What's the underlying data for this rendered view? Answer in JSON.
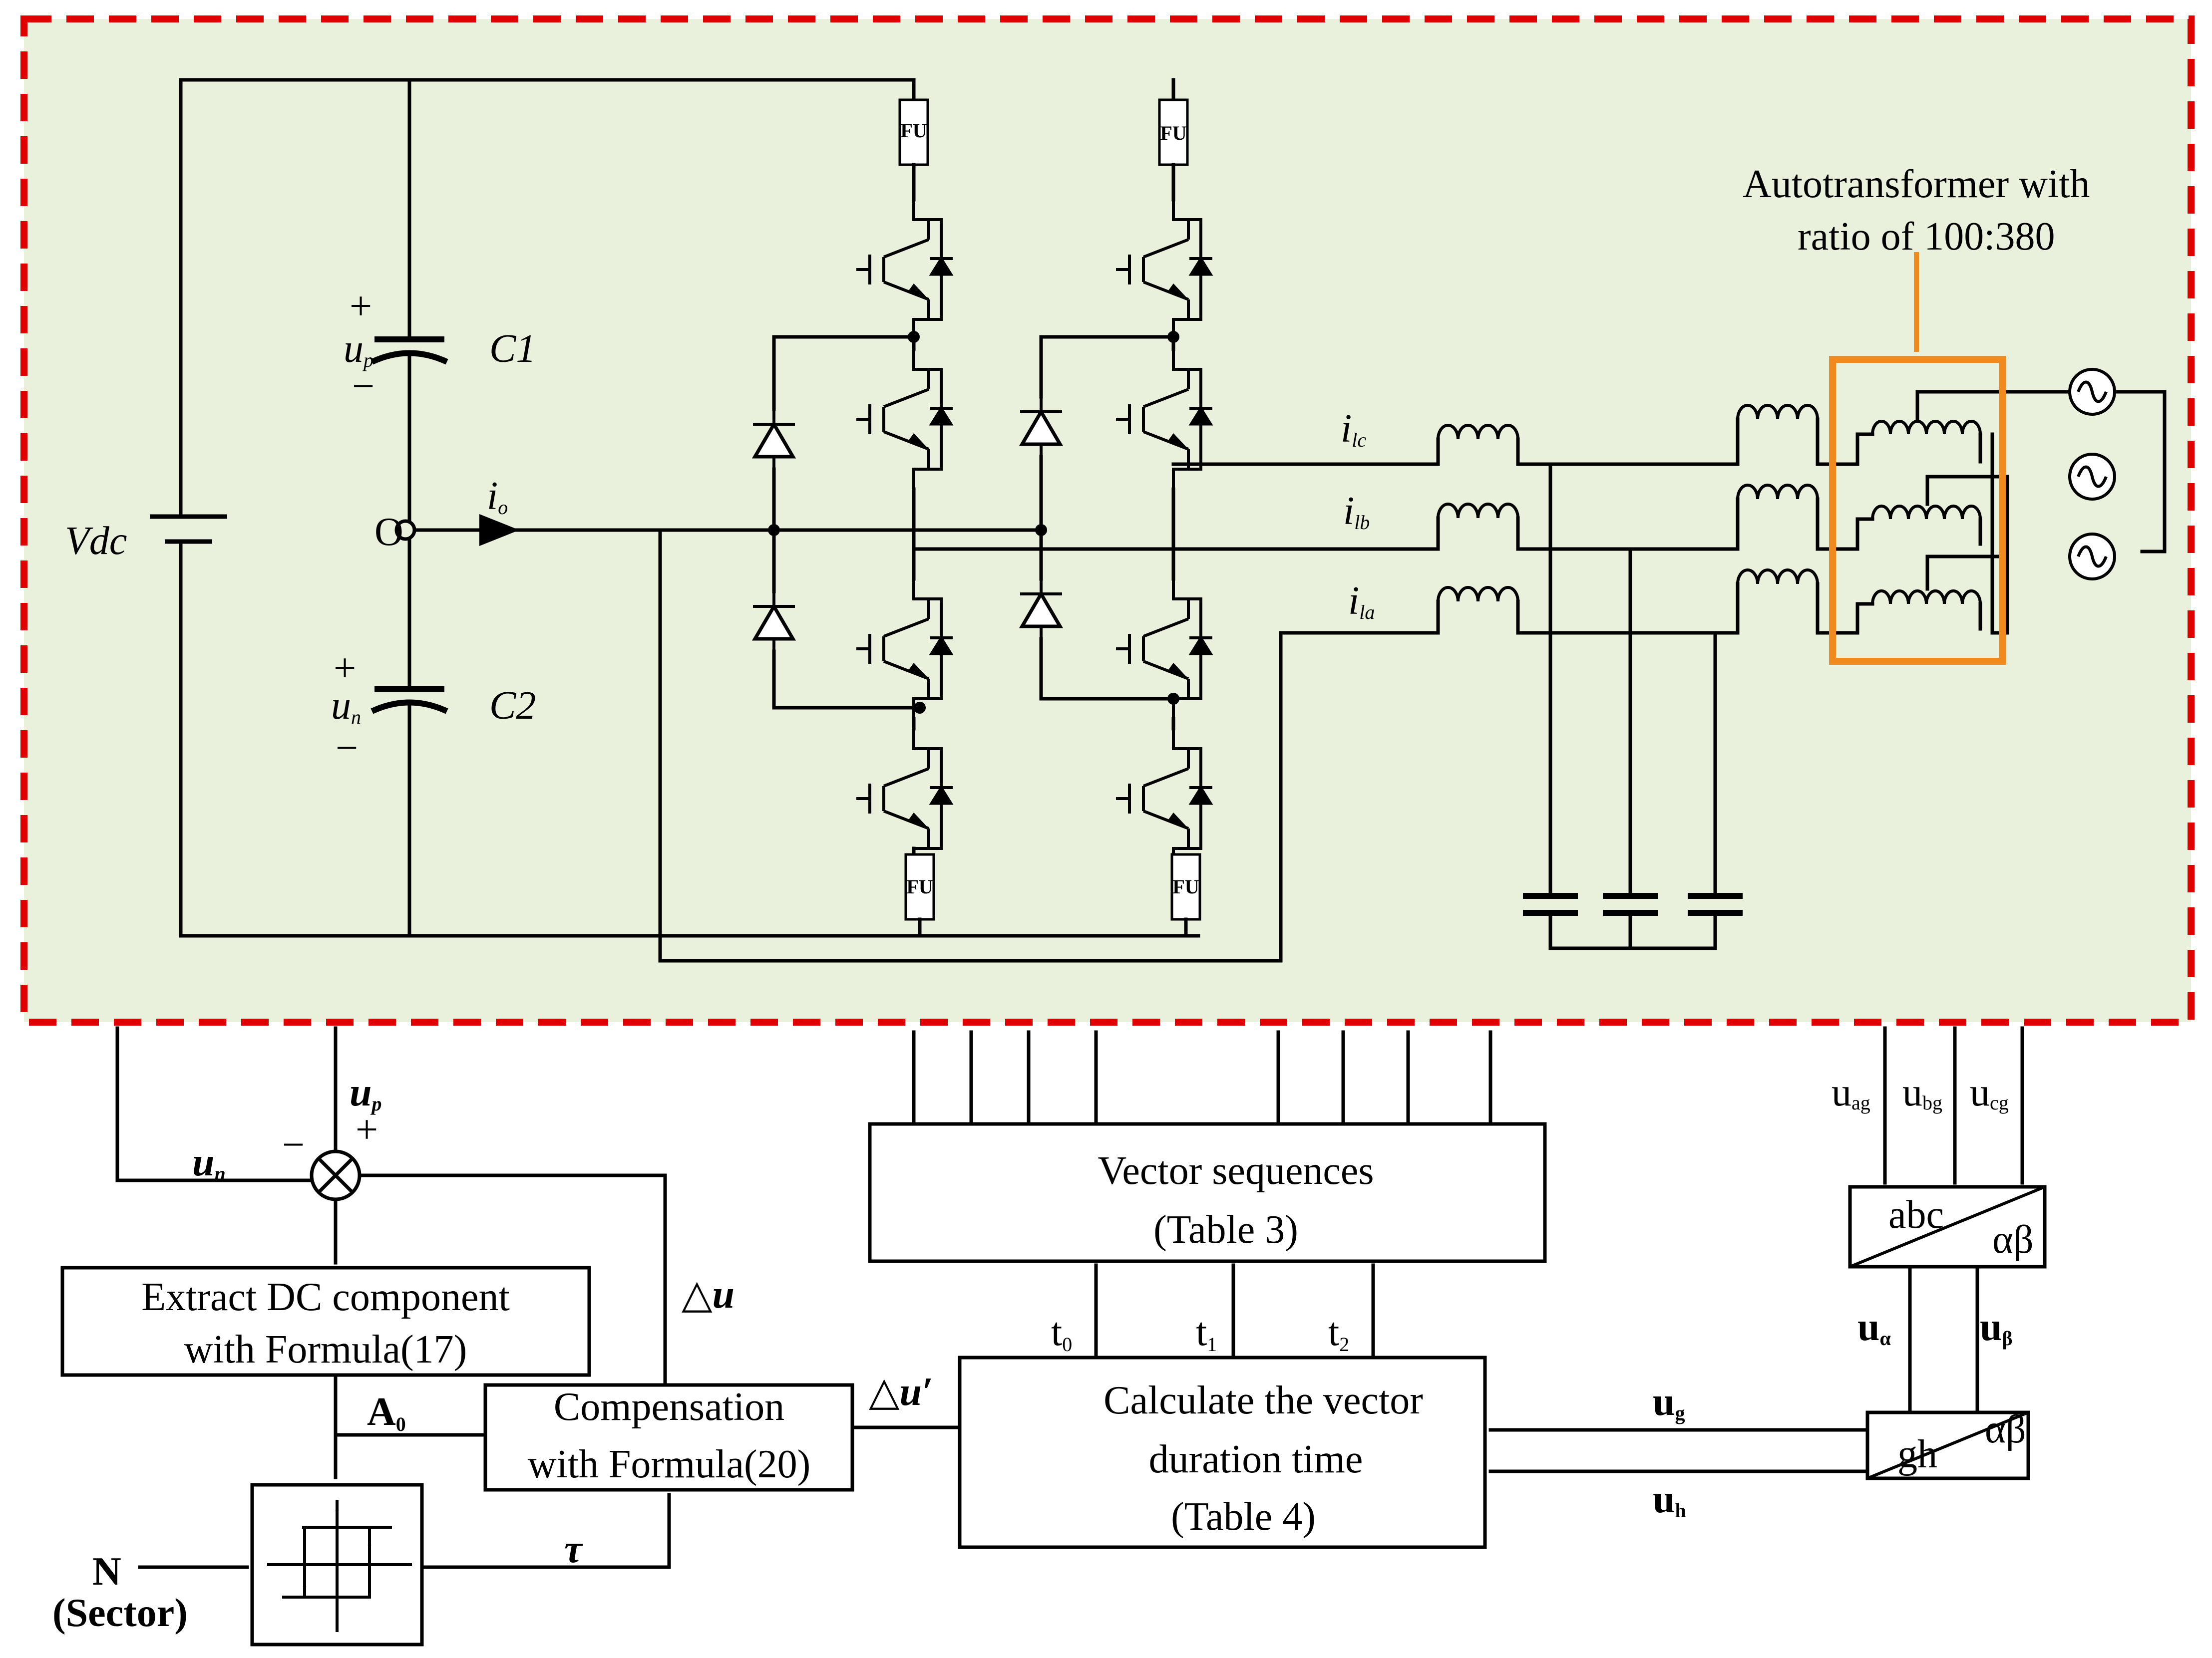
{
  "colors": {
    "panel_fill": "#e9f0dc",
    "panel_border": "#e00000",
    "transformer_box": "#f08a1e",
    "transformer_arrow": "#f08a1e",
    "line": "#000000"
  },
  "circuit": {
    "vdc": "Vdc",
    "vdc_sub": "dc",
    "up": "u",
    "up_sub": "p",
    "un": "u",
    "un_sub": "n",
    "plus": "+",
    "minus": "−",
    "c1": "C1",
    "c2": "C2",
    "o": "O",
    "io": "i",
    "io_sub": "o",
    "fuse": "FU",
    "ilc": "i",
    "ilc_sub": "lc",
    "ilb": "i",
    "ilb_sub": "lb",
    "ila": "i",
    "ila_sub": "la",
    "autotransformer_line1": "Autotransformer with",
    "autotransformer_line2": "ratio of  100:380"
  },
  "control": {
    "un_label": "u",
    "un_label_sub": "n",
    "up_label": "u",
    "up_label_sub": "p",
    "sum_minus": "−",
    "sum_plus": "+",
    "delta_u": "△u",
    "delta_u_prime": "△u′",
    "extract_line1": "Extract DC component",
    "extract_line2": "with  Formula(17)",
    "a0": "A",
    "a0_sub": "0",
    "compensation_line1": "Compensation",
    "compensation_line2": "with  Formula(20)",
    "tau": "τ",
    "n_label": "N",
    "sector": "(Sector)",
    "vector_seq_line1": "Vector sequences",
    "vector_seq_line2": "(Table 3)",
    "calc_line1": "Calculate the vector",
    "calc_line2": "duration time",
    "calc_line3": "(Table 4)",
    "t0": "t",
    "t0_sub": "0",
    "t1": "t",
    "t1_sub": "1",
    "t2": "t",
    "t2_sub": "2",
    "uag": "u",
    "uag_sub": "ag",
    "ubg": "u",
    "ubg_sub": "bg",
    "ucg": "u",
    "ucg_sub": "cg",
    "abc": "abc",
    "alphabeta": "αβ",
    "ualpha": "u",
    "ualpha_sub": "α",
    "ubeta": "u",
    "ubeta_sub": "β",
    "alphabeta2": "αβ",
    "gh": "gh",
    "ug": "u",
    "ug_sub": "g",
    "uh": "u",
    "uh_sub": "h"
  }
}
